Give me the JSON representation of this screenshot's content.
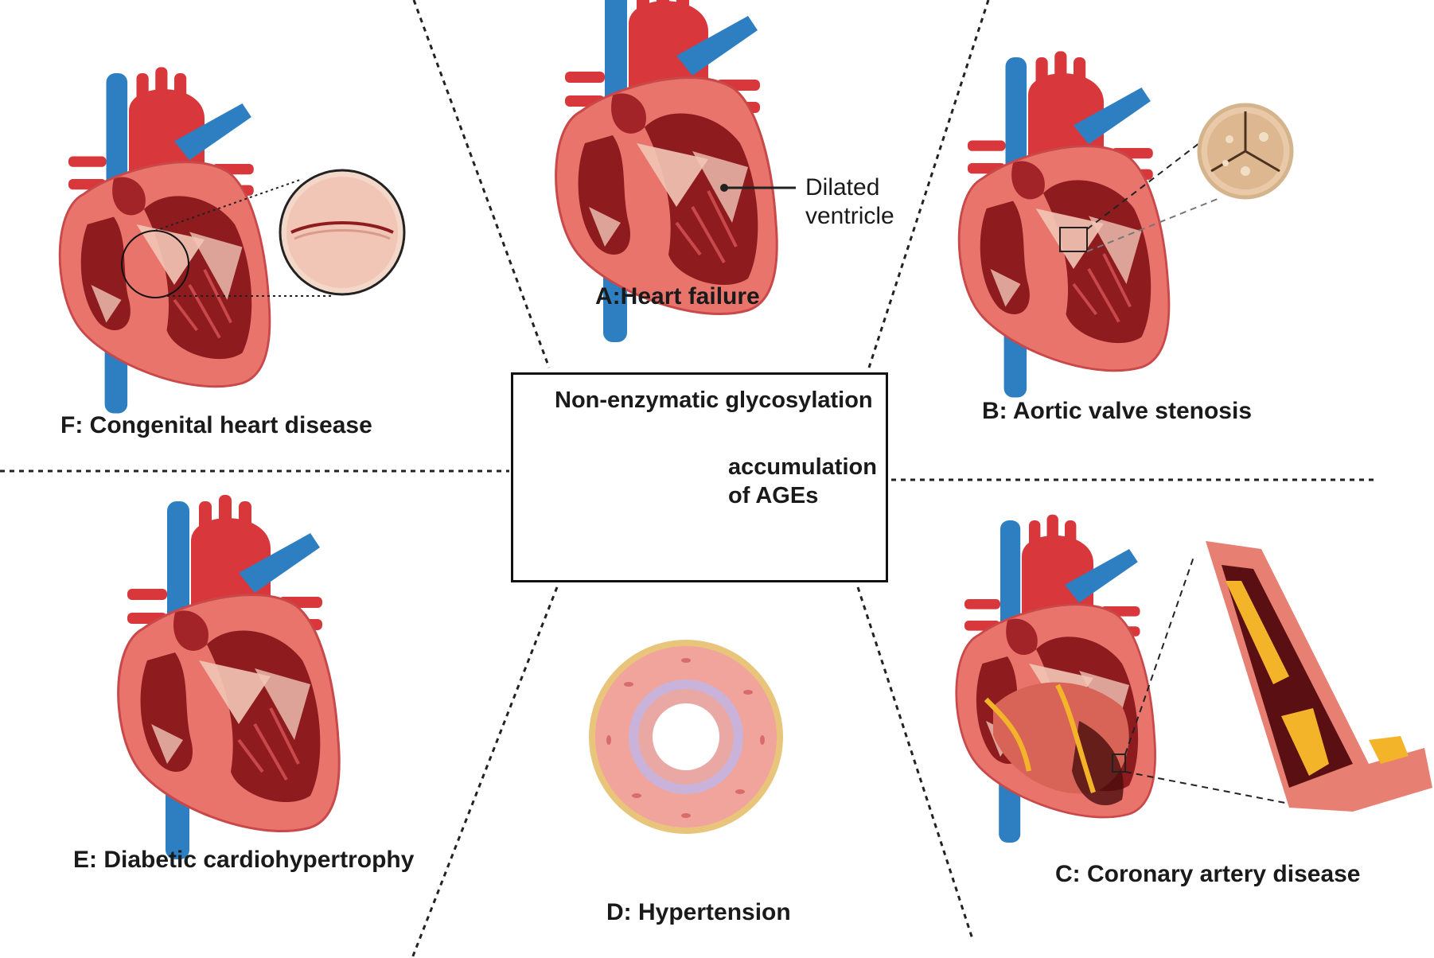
{
  "center": {
    "title": "Non-enzymatic glycosylation",
    "line1": "accumulation",
    "line2": "of AGEs"
  },
  "panels": {
    "a": {
      "label": "A:Heart failure",
      "annotation_line1": "Dilated",
      "annotation_line2": "ventricle"
    },
    "b": {
      "label": "B: Aortic valve stenosis"
    },
    "c": {
      "label": "C: Coronary artery disease"
    },
    "d": {
      "label": "D: Hypertension"
    },
    "e": {
      "label": "E: Diabetic cardiohypertrophy"
    },
    "f": {
      "label": "F: Congenital heart disease"
    }
  },
  "colors": {
    "artery_red": "#d8373b",
    "vein_blue": "#2e7fc1",
    "myocardium": "#e9746b",
    "chamber_dark": "#8e1c1f",
    "valve_pink": "#f2c6b6",
    "plaque_yellow": "#f4b42a",
    "ages_blue": "#34a7d8"
  }
}
